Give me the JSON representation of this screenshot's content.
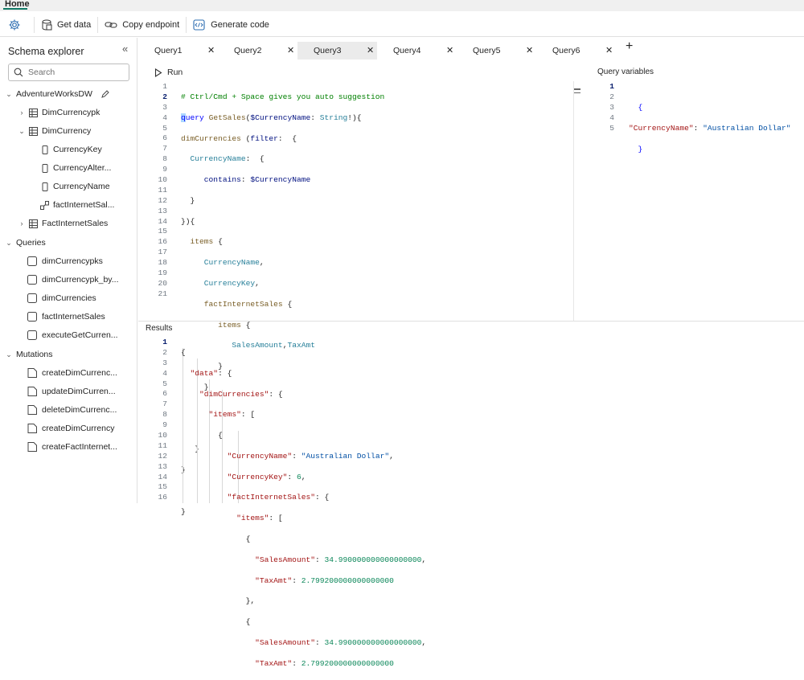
{
  "top": {
    "home_tab": "Home"
  },
  "toolbar": {
    "settings_icon": "gear-icon",
    "get_data": "Get data",
    "copy_endpoint": "Copy endpoint",
    "generate_code": "Generate code"
  },
  "sidebar": {
    "title": "Schema explorer",
    "search_placeholder": "Search",
    "datasource": "AdventureWorksDW",
    "tree": [
      {
        "label": "DimCurrencypk"
      },
      {
        "label": "DimCurrency"
      },
      {
        "label": "CurrencyKey"
      },
      {
        "label": "CurrencyAlter..."
      },
      {
        "label": "CurrencyName"
      },
      {
        "label": "factInternetSal..."
      },
      {
        "label": "FactInternetSales"
      }
    ],
    "queries_header": "Queries",
    "queries": [
      "dimCurrencypks",
      "dimCurrencypk_by...",
      "dimCurrencies",
      "factInternetSales",
      "executeGetCurren..."
    ],
    "mutations_header": "Mutations",
    "mutations": [
      "createDimCurrenc...",
      "updateDimCurren...",
      "deleteDimCurrenc...",
      "createDimCurrency",
      "createFactInternet..."
    ]
  },
  "tabs": [
    "Query1",
    "Query2",
    "Query3",
    "Query4",
    "Query5",
    "Query6"
  ],
  "active_tab": "Query3",
  "run_label": "Run",
  "query_variables_label": "Query variables",
  "results_label": "Results",
  "editor": {
    "line_numbers": [
      "1",
      "2",
      "3",
      "4",
      "5",
      "6",
      "7",
      "8",
      "9",
      "10",
      "11",
      "12",
      "13",
      "14",
      "15",
      "16",
      "17",
      "18",
      "19",
      "20",
      "21"
    ],
    "current_line": "2"
  },
  "variables": {
    "line_numbers": [
      "1",
      "2",
      "3",
      "4",
      "5"
    ],
    "current_line": "1"
  },
  "results": {
    "line_numbers": [
      "1",
      "2",
      "3",
      "4",
      "5",
      "6",
      "7",
      "8",
      "9",
      "10",
      "11",
      "12",
      "13",
      "14",
      "15",
      "16"
    ],
    "current_line": "1"
  }
}
